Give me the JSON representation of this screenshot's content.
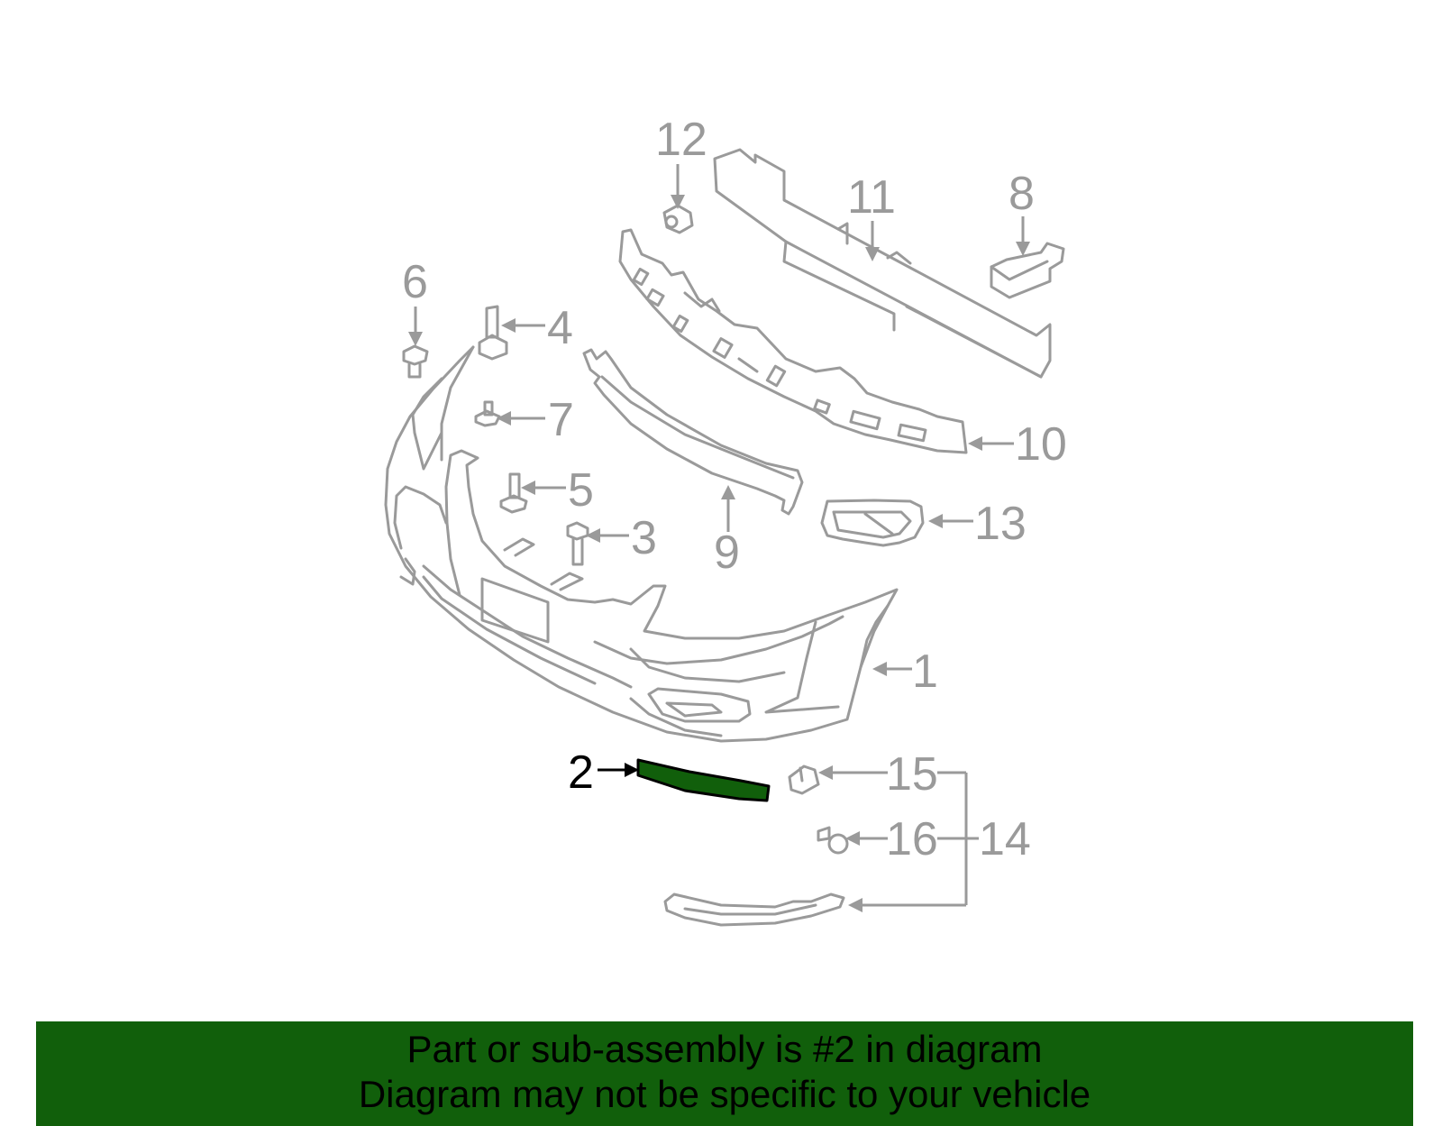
{
  "diagram": {
    "highlight_color": "#115f0b",
    "line_color": "#9a9a9a",
    "highlighted_part": "2",
    "callouts": [
      {
        "id": "1",
        "label": "1"
      },
      {
        "id": "2",
        "label": "2"
      },
      {
        "id": "3",
        "label": "3"
      },
      {
        "id": "4",
        "label": "4"
      },
      {
        "id": "5",
        "label": "5"
      },
      {
        "id": "6",
        "label": "6"
      },
      {
        "id": "7",
        "label": "7"
      },
      {
        "id": "8",
        "label": "8"
      },
      {
        "id": "9",
        "label": "9"
      },
      {
        "id": "10",
        "label": "10"
      },
      {
        "id": "11",
        "label": "11"
      },
      {
        "id": "12",
        "label": "12"
      },
      {
        "id": "13",
        "label": "13"
      },
      {
        "id": "14",
        "label": "14"
      },
      {
        "id": "15",
        "label": "15"
      },
      {
        "id": "16",
        "label": "16"
      }
    ]
  },
  "banner": {
    "background": "#115f0b",
    "line1": "Part or sub-assembly is #2 in diagram",
    "line2": "Diagram may not be specific to your vehicle"
  }
}
